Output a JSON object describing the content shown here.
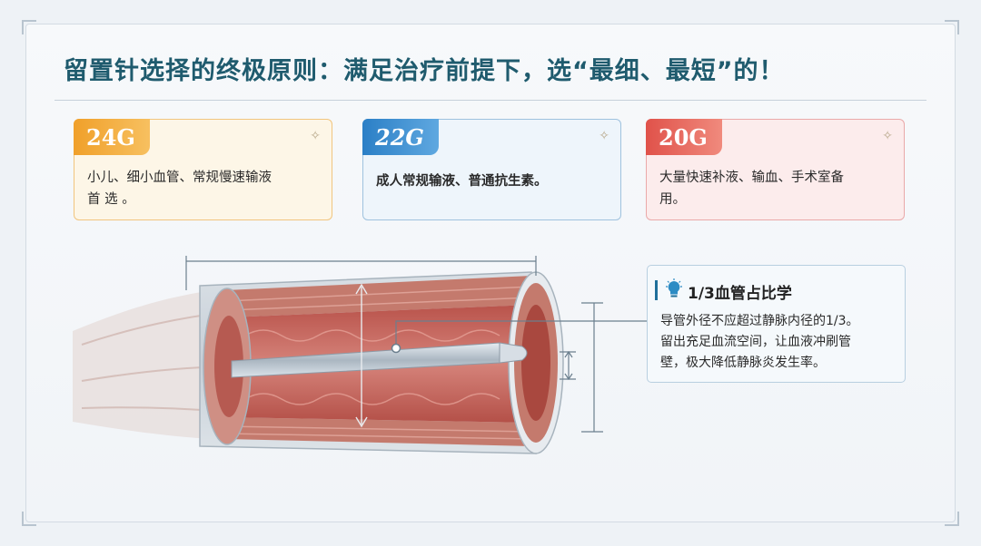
{
  "title": "留置针选择的终极原则：满足治疗前提下，选“最细、最短”的！",
  "cards": [
    {
      "gauge": "24G",
      "desc_line1": "小儿、细小血管、常规慢速输液",
      "desc_line2": "首 选 。",
      "color": "#f0a02a"
    },
    {
      "gauge": "22G",
      "desc_line1": "成人常规输液、普通抗生素。",
      "desc_line2": "",
      "color": "#2b7fc6"
    },
    {
      "gauge": "20G",
      "desc_line1": "大量快速补液、输血、手术室备",
      "desc_line2": "用。",
      "color": "#e0524a"
    }
  ],
  "note": {
    "heading": "1/3血管占比学",
    "line1": "导管外径不应超过静脉内径的1/3。",
    "line2": "留出充足血流空间，让血液冲刷管",
    "line3": "壁，极大降低静脉炎发生率。"
  },
  "colors": {
    "title": "#1f5b6e",
    "vessel": "#c9736a",
    "catheter": "#b9c3cc",
    "callout_line": "#6b7f8e"
  }
}
